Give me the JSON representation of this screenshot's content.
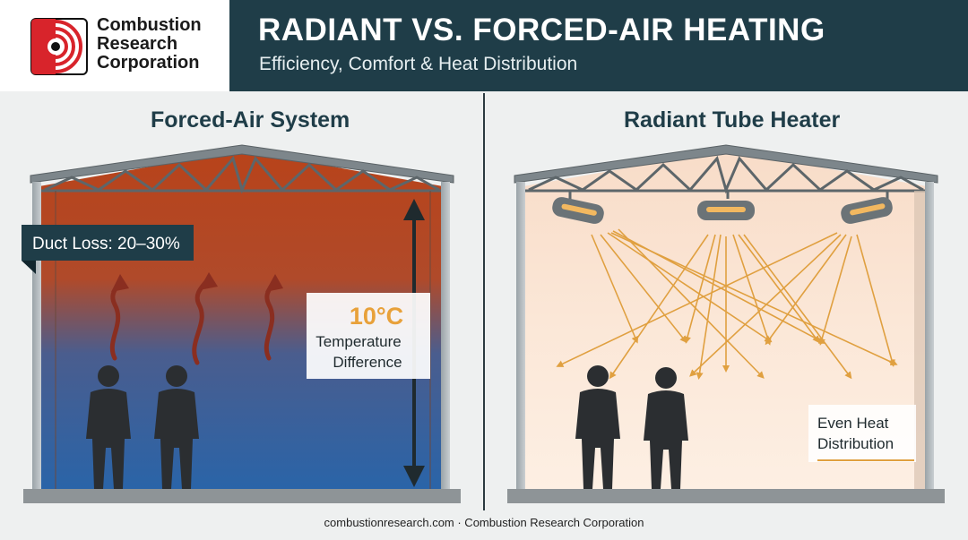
{
  "brand": {
    "name_line1": "Combustion",
    "name_line2": "Research",
    "name_line3": "Corporation",
    "logo_icon": "concentric-arc-logo-icon",
    "logo_color": "#d8242b"
  },
  "header": {
    "title": "RADIANT VS. FORCED-AIR HEATING",
    "subtitle": "Efficiency, Comfort & Heat Distribution"
  },
  "left_panel": {
    "title": "Forced-Air System",
    "duct_loss_label": "Duct Loss: 20–30%",
    "temp_value": "10°C",
    "temp_line1": "Temperature",
    "temp_line2": "Difference",
    "warm_color": "#b8431a",
    "cool_color": "#2a64a8"
  },
  "right_panel": {
    "title": "Radiant Tube Heater",
    "even_line1": "Even Heat",
    "even_line2": "Distribution",
    "ray_color": "#e0a040"
  },
  "footer": {
    "text": "combustionresearch.com · Combustion Research Corporation"
  }
}
